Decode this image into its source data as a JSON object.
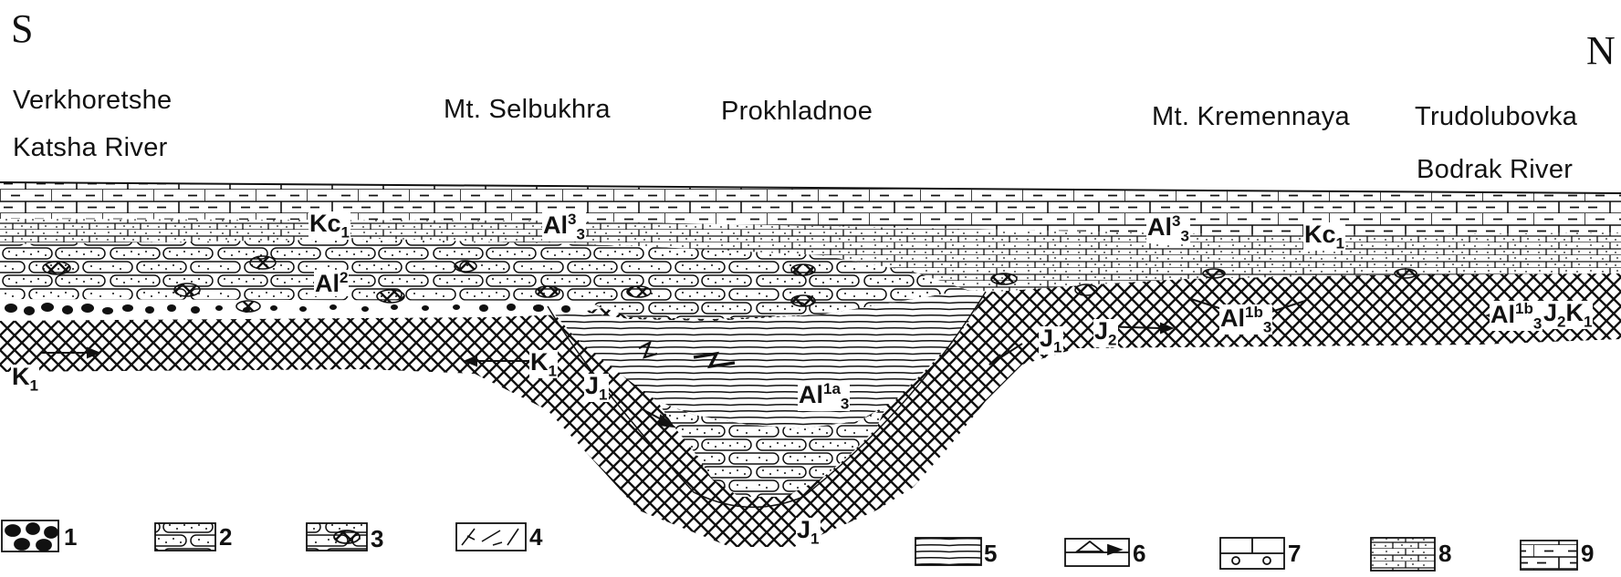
{
  "header": {
    "south": "S",
    "north": "N"
  },
  "localities": {
    "verkhoretshe": "Verkhoretshe",
    "katsha": "Katsha River",
    "selbukhra": "Mt. Selbukhra",
    "prokhladnoe": "Prokhladnoe",
    "kremennaya": "Mt. Kremennaya",
    "trudolubovka": "Trudolubovka",
    "bodrak": "Bodrak River"
  },
  "units": {
    "kc1_left": {
      "main": "Kc",
      "sub": "1",
      "sup": ""
    },
    "al33_left": {
      "main": "Al",
      "sub": "3",
      "sup": "3"
    },
    "al2": {
      "main": "Al",
      "sub": "",
      "sup": "2"
    },
    "k1_left": {
      "main": "K",
      "sub": "1",
      "sup": ""
    },
    "k1_mid": {
      "main": "K",
      "sub": "1",
      "sup": ""
    },
    "j1_left": {
      "main": "J",
      "sub": "1",
      "sup": ""
    },
    "al31a": {
      "main": "Al",
      "sub": "3",
      "sup": "1a"
    },
    "j1_bottom": {
      "main": "J",
      "sub": "1",
      "sup": ""
    },
    "j1_right": {
      "main": "J",
      "sub": "1",
      "sup": ""
    },
    "j2_mid": {
      "main": "J",
      "sub": "2",
      "sup": ""
    },
    "al33_right": {
      "main": "Al",
      "sub": "3",
      "sup": "3"
    },
    "kc1_right": {
      "main": "Kc",
      "sub": "1",
      "sup": ""
    },
    "al31b_mid": {
      "main": "Al",
      "sub": "3",
      "sup": "1b"
    },
    "al31b_right": {
      "main": "Al",
      "sub": "3",
      "sup": "1b"
    },
    "j2k1": {
      "main": "J",
      "sub": "2",
      "main2": "K",
      "sub2": "1"
    }
  },
  "legend": [
    "1",
    "2",
    "3",
    "4",
    "5",
    "6",
    "7",
    "8",
    "9"
  ],
  "colors": {
    "ink": "#111111",
    "paper": "#ffffff"
  }
}
